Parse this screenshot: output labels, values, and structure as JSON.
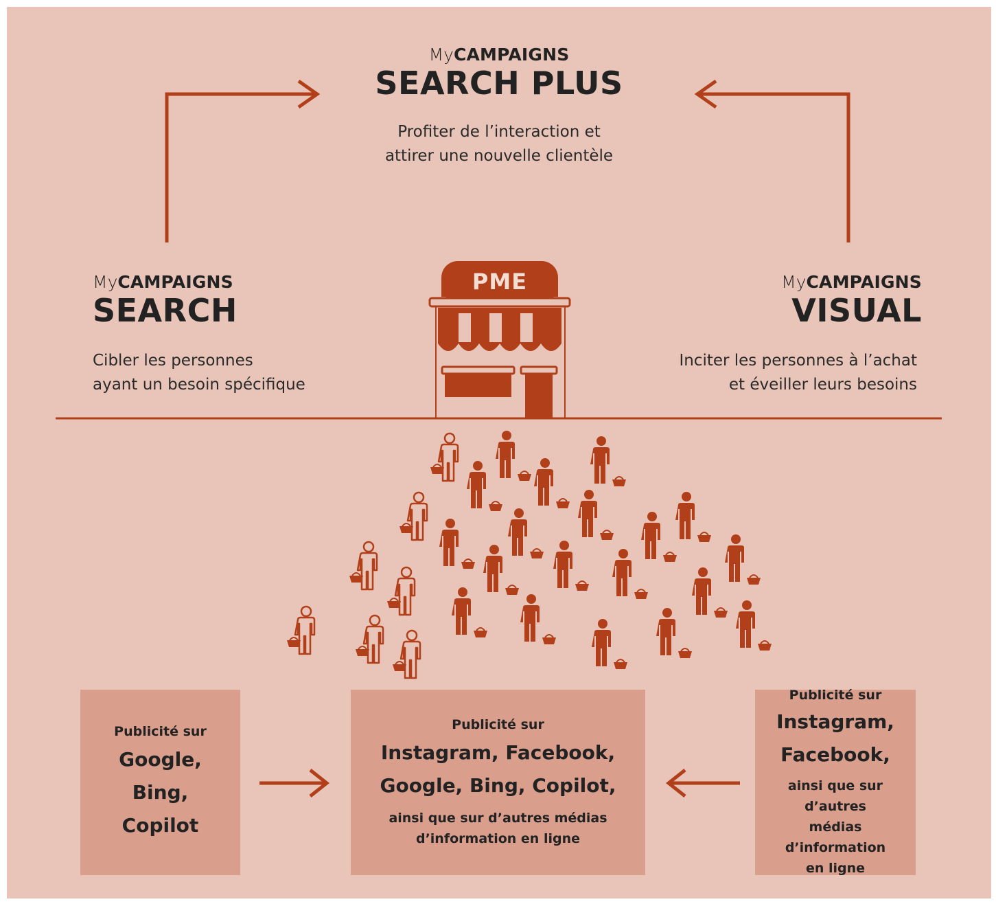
{
  "colors": {
    "background": "#e8c5b8",
    "accent": "#b13f1a",
    "box_fill": "#d99e8c",
    "text": "#222222"
  },
  "top": {
    "brand_my": "My",
    "brand_campaigns": "CAMPAIGNS",
    "title": "SEARCH PLUS",
    "description": "Profiter de l’interaction et\nattirer une nouvelle clientèle"
  },
  "left": {
    "brand_my": "My",
    "brand_campaigns": "CAMPAIGNS",
    "title": "SEARCH",
    "description": "Cibler les personnes\nayant un besoin spécifique"
  },
  "right": {
    "brand_my": "My",
    "brand_campaigns": "CAMPAIGNS",
    "title": "VISUAL",
    "description": "Inciter les personnes à l’achat\net éveiller leurs besoins"
  },
  "store": {
    "sign": "PME",
    "icon": "storefront-icon"
  },
  "crowd": {
    "icon": "shopper-with-basket-icon"
  },
  "boxes": {
    "left": {
      "intro": "Publicité sur",
      "platforms": "Google,\nBing,\nCopilot"
    },
    "center": {
      "intro": "Publicité sur",
      "platforms": "Instagram, Facebook,\nGoogle, Bing, Copilot,",
      "extra": "ainsi que sur d’autres médias\nd’information en ligne"
    },
    "right": {
      "intro": "Publicité sur",
      "platforms": "Instagram,\nFacebook,",
      "extra": "ainsi que sur d’autres\nmédias d’information\nen ligne"
    }
  }
}
